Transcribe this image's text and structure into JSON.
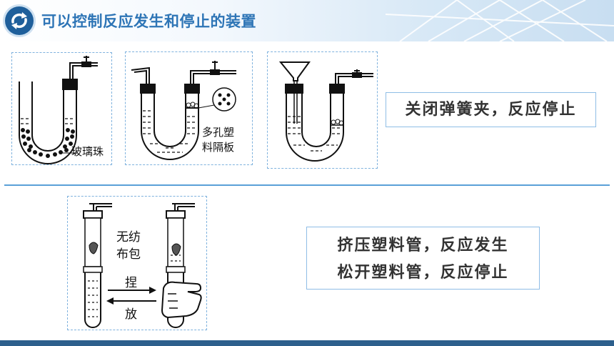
{
  "header": {
    "title": "可以控制反应发生和停止的装置"
  },
  "figures": {
    "fig1": {
      "label": "玻璃珠"
    },
    "fig2": {
      "label_line1": "多孔塑",
      "label_line2": "料隔板"
    },
    "fig4": {
      "label_cloth_1": "无纺",
      "label_cloth_2": "布包",
      "label_squeeze": "捏",
      "label_release": "放"
    }
  },
  "notes": {
    "note1": "关闭弹簧夹，反应停止",
    "note2_line1": "挤压塑料管，反应发生",
    "note2_line2": "松开塑料管，反应停止"
  },
  "colors": {
    "title": "#2e75b6",
    "frame_border": "#7fb2de",
    "divider": "#5aa0d8",
    "footer": "#2d5f8c"
  }
}
